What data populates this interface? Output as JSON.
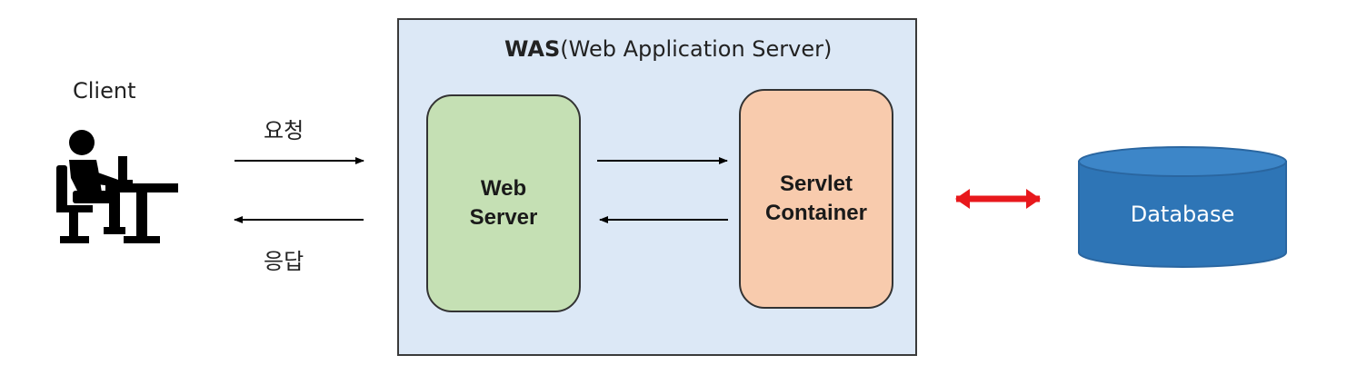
{
  "client": {
    "label": "Client",
    "icon": "user-at-desk-icon"
  },
  "request_label": "요청",
  "response_label": "응답",
  "was": {
    "title_bold": "WAS",
    "title_rest": "(Web Application Server)",
    "web_server": {
      "line1": "Web",
      "line2": "Server"
    },
    "servlet_container": {
      "line1": "Servlet",
      "line2": "Container"
    }
  },
  "database": {
    "label": "Database",
    "icon": "database-cylinder-icon"
  },
  "colors": {
    "was_background": "#dce8f6",
    "web_server_fill": "#c5e0b4",
    "servlet_fill": "#f8cbad",
    "database_fill": "#2e75b6",
    "db_link_arrow": "#e8181c"
  }
}
